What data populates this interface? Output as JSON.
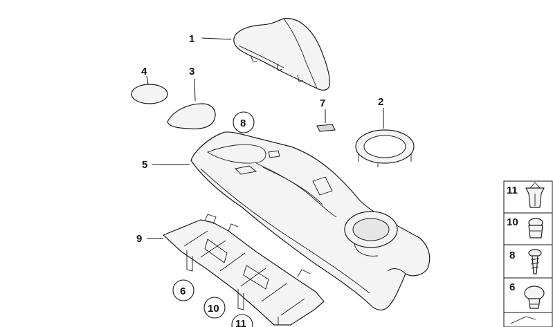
{
  "callouts": {
    "c1": "1",
    "c2": "2",
    "c3": "3",
    "c4": "4",
    "c5": "5",
    "c7": "7",
    "c9": "9"
  },
  "circled": {
    "c8": "8",
    "c6": "6",
    "c10": "10",
    "c11": "11"
  },
  "legend": {
    "items": [
      "11",
      "10",
      "8",
      "6"
    ]
  }
}
